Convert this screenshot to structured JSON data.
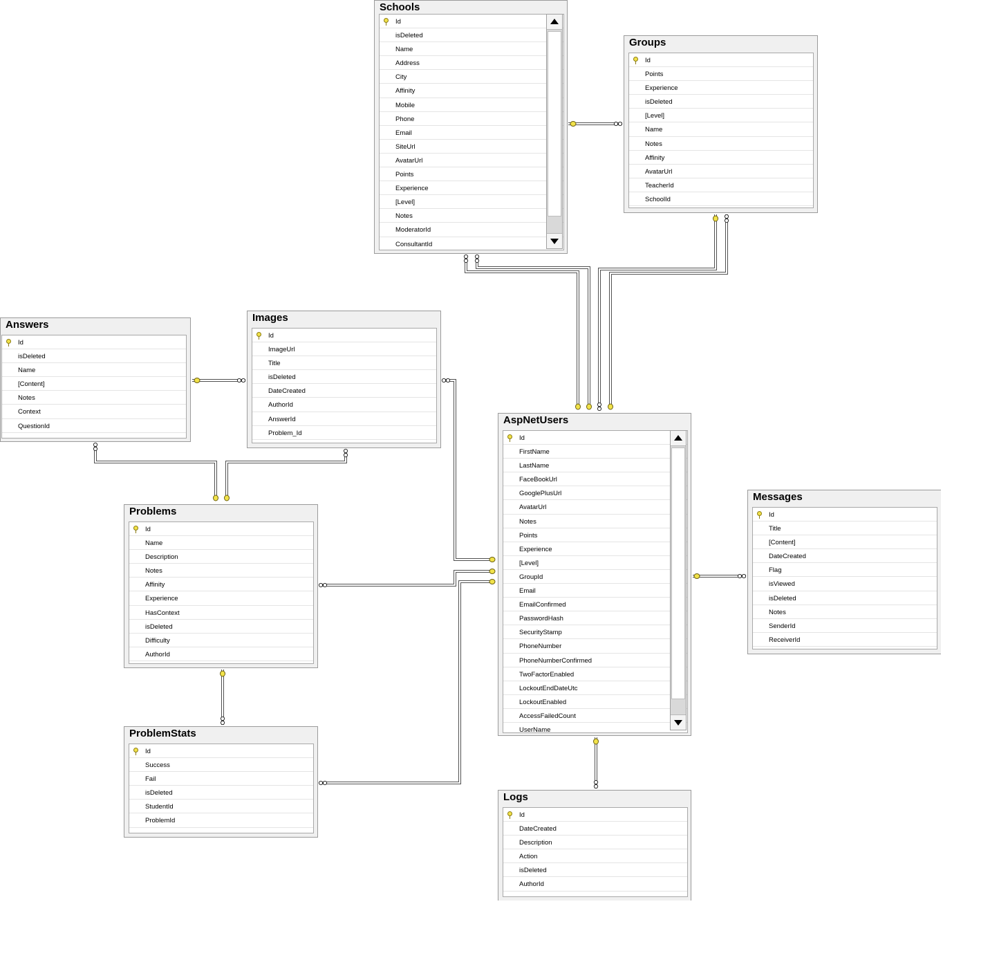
{
  "tables": {
    "schools": {
      "title": "Schools",
      "columns": [
        "Id",
        "isDeleted",
        "Name",
        "Address",
        "City",
        "Affinity",
        "Mobile",
        "Phone",
        "Email",
        "SiteUrl",
        "AvatarUrl",
        "Points",
        "Experience",
        "[Level]",
        "Notes",
        "ModeratorId",
        "ConsultantId"
      ],
      "scrollable": true
    },
    "groups": {
      "title": "Groups",
      "columns": [
        "Id",
        "Points",
        "Experience",
        "isDeleted",
        "[Level]",
        "Name",
        "Notes",
        "Affinity",
        "AvatarUrl",
        "TeacherId",
        "SchoolId"
      ]
    },
    "answers": {
      "title": "Answers",
      "columns": [
        "Id",
        "isDeleted",
        "Name",
        "[Content]",
        "Notes",
        "Context",
        "QuestionId"
      ]
    },
    "images": {
      "title": "Images",
      "columns": [
        "Id",
        "ImageUrl",
        "Title",
        "isDeleted",
        "DateCreated",
        "AuthorId",
        "AnswerId",
        "Problem_Id"
      ]
    },
    "aspnetusers": {
      "title": "AspNetUsers",
      "columns": [
        "Id",
        "FirstName",
        "LastName",
        "FaceBookUrl",
        "GooglePlusUrl",
        "AvatarUrl",
        "Notes",
        "Points",
        "Experience",
        "[Level]",
        "GroupId",
        "Email",
        "EmailConfirmed",
        "PasswordHash",
        "SecurityStamp",
        "PhoneNumber",
        "PhoneNumberConfirmed",
        "TwoFactorEnabled",
        "LockoutEndDateUtc",
        "LockoutEnabled",
        "AccessFailedCount",
        "UserName"
      ],
      "scrollable": true
    },
    "messages": {
      "title": "Messages",
      "columns": [
        "Id",
        "Title",
        "[Content]",
        "DateCreated",
        "Flag",
        "isViewed",
        "isDeleted",
        "Notes",
        "SenderId",
        "ReceiverId"
      ]
    },
    "problems": {
      "title": "Problems",
      "columns": [
        "Id",
        "Name",
        "Description",
        "Notes",
        "Affinity",
        "Experience",
        "HasContext",
        "isDeleted",
        "Difficulty",
        "AuthorId"
      ]
    },
    "problemstats": {
      "title": "ProblemStats",
      "columns": [
        "Id",
        "Success",
        "Fail",
        "isDeleted",
        "StudentId",
        "ProblemId"
      ]
    },
    "logs": {
      "title": "Logs",
      "columns": [
        "Id",
        "DateCreated",
        "Description",
        "Action",
        "isDeleted",
        "AuthorId"
      ]
    }
  },
  "relationships": [
    {
      "from": "schools",
      "to": "groups"
    },
    {
      "from": "groups",
      "to": "aspnetusers"
    },
    {
      "from": "schools",
      "to": "aspnetusers"
    },
    {
      "from": "answers",
      "to": "images"
    },
    {
      "from": "answers",
      "to": "problems"
    },
    {
      "from": "images",
      "to": "problems"
    },
    {
      "from": "images",
      "to": "aspnetusers"
    },
    {
      "from": "problems",
      "to": "aspnetusers"
    },
    {
      "from": "problems",
      "to": "problemstats"
    },
    {
      "from": "problemstats",
      "to": "aspnetusers"
    },
    {
      "from": "aspnetusers",
      "to": "messages"
    },
    {
      "from": "aspnetusers",
      "to": "logs"
    }
  ],
  "colors": {
    "canvas": "#ffffff",
    "table_frame": "#f0f0f0",
    "key_icon": "#f1e24a",
    "connector": "#505050"
  }
}
